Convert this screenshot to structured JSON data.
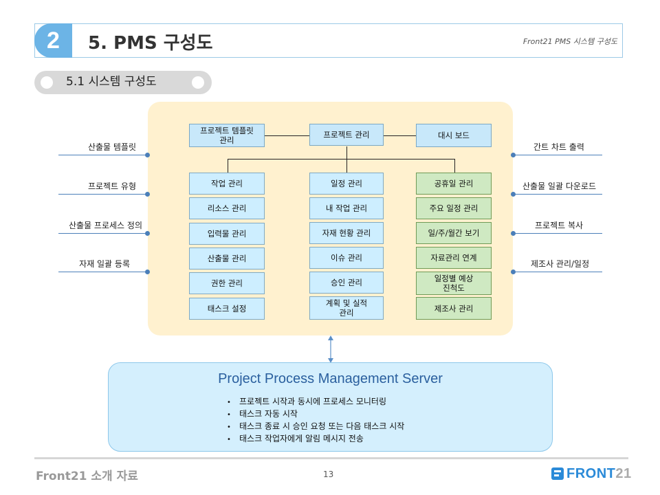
{
  "header": {
    "chapter_number": "2",
    "title": "5. PMS 구성도",
    "subtitle": "Front21 PMS 시스템 구성도"
  },
  "section": {
    "title": "5.1 시스템 구성도"
  },
  "core": {
    "top_row": [
      "프로젝트 템플릿\n관리",
      "프로젝트 관리",
      "대시 보드"
    ],
    "col_left": [
      "작업 관리",
      "리소스 관리",
      "입력물 관리",
      "산출물 관리",
      "권한 관리",
      "태스크 설정"
    ],
    "col_mid": [
      "일정 관리",
      "내 작업 관리",
      "자재 현황 관리",
      "이슈 관리",
      "승인 관리",
      "계획 및 실적\n관리"
    ],
    "col_right": [
      "공휴일 관리",
      "주요 일정 관리",
      "일/주/월간 보기",
      "자료관리 연계",
      "일정별 예상\n진척도",
      "제조사 관리"
    ]
  },
  "left_labels": [
    "산출물 템플릿",
    "프로젝트 유형",
    "산출물 프로세스 정의",
    "자재 일괄 등록"
  ],
  "right_labels": [
    "간트 차트 출력",
    "산출물 일괄 다운로드",
    "프로젝트 복사",
    "제조사 관리/일정"
  ],
  "server": {
    "title": "Project Process Management Server",
    "bullets": [
      "프로젝트 시작과 동시에 프로세스 모니터링",
      "태스크 자동 시작",
      "태스크 종료 시 승인 요청 또는 다음 태스크 시작",
      "태스크 작업자에게 알림 메시지 전송"
    ]
  },
  "footer": {
    "left_text": "Front21 소개 자료",
    "page_number": "13",
    "logo_main": "FRONT",
    "logo_suffix": "21"
  },
  "colors": {
    "accent_blue": "#6cb4e6",
    "core_bg": "#fff1cf",
    "server_bg": "#d4effd",
    "green_box": "#cfe9c2",
    "blue_box": "#cdeeff"
  }
}
